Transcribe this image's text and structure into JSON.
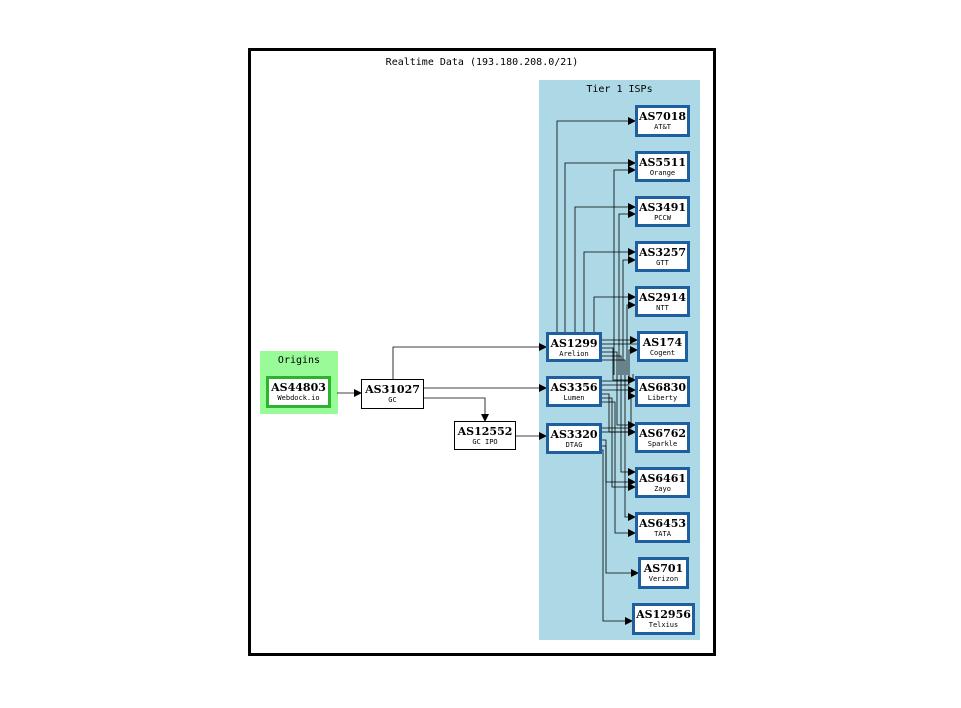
{
  "title": "Realtime Data (193.180.208.0/21)",
  "clusters": {
    "origins": {
      "label": "Origins",
      "color": "#98fb98"
    },
    "tier1": {
      "label": "Tier 1 ISPs",
      "color": "#add8e6"
    }
  },
  "nodes": {
    "as44803": {
      "asn": "AS44803",
      "org": "Webdock.io"
    },
    "as31027": {
      "asn": "AS31027",
      "org": "GC"
    },
    "as12552": {
      "asn": "AS12552",
      "org": "GC IPO"
    },
    "as1299": {
      "asn": "AS1299",
      "org": "Arelion"
    },
    "as3356": {
      "asn": "AS3356",
      "org": "Lumen"
    },
    "as3320": {
      "asn": "AS3320",
      "org": "DTAG"
    },
    "as7018": {
      "asn": "AS7018",
      "org": "AT&T"
    },
    "as5511": {
      "asn": "AS5511",
      "org": "Orange"
    },
    "as3491": {
      "asn": "AS3491",
      "org": "PCCW"
    },
    "as3257": {
      "asn": "AS3257",
      "org": "GTT"
    },
    "as2914": {
      "asn": "AS2914",
      "org": "NTT"
    },
    "as174": {
      "asn": "AS174",
      "org": "Cogent"
    },
    "as6830": {
      "asn": "AS6830",
      "org": "Liberty"
    },
    "as6762": {
      "asn": "AS6762",
      "org": "Sparkle"
    },
    "as6461": {
      "asn": "AS6461",
      "org": "Zayo"
    },
    "as6453": {
      "asn": "AS6453",
      "org": "TATA"
    },
    "as701": {
      "asn": "AS701",
      "org": "Verizon"
    },
    "as12956": {
      "asn": "AS12956",
      "org": "Telxius"
    }
  },
  "colors": {
    "tier1_border": "#1f5f9f",
    "origin_border": "#2db32d",
    "edge": "#000000"
  }
}
